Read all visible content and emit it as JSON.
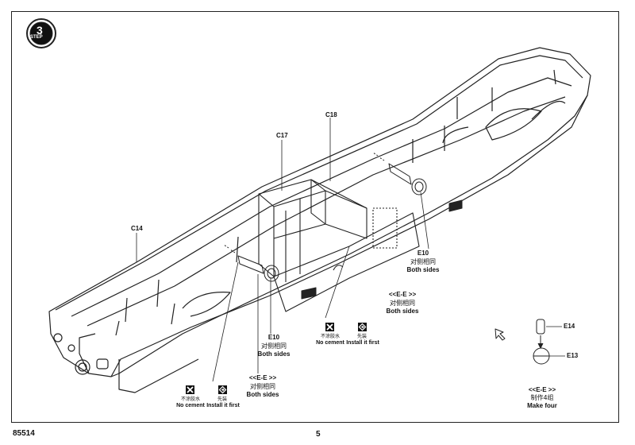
{
  "step": {
    "number": "3",
    "word": "STEP"
  },
  "parts": {
    "c14": "C14",
    "c17": "C17",
    "c18": "C18",
    "e10_left": "E10",
    "e10_right": "E10",
    "e14": "E14",
    "e13": "E13"
  },
  "notes": {
    "both_sides_cn": "对侧相同",
    "both_sides_en": "Both sides",
    "ee": "<<E-E >>",
    "no_cement_cn": "不涂胶水",
    "no_cement_en": "No cement",
    "install_first_cn": "先装",
    "install_first_en": "Install it first",
    "make_four_cn": "制作4组",
    "make_four_en": "Make four"
  },
  "footer": {
    "code": "85514",
    "page": "5"
  }
}
